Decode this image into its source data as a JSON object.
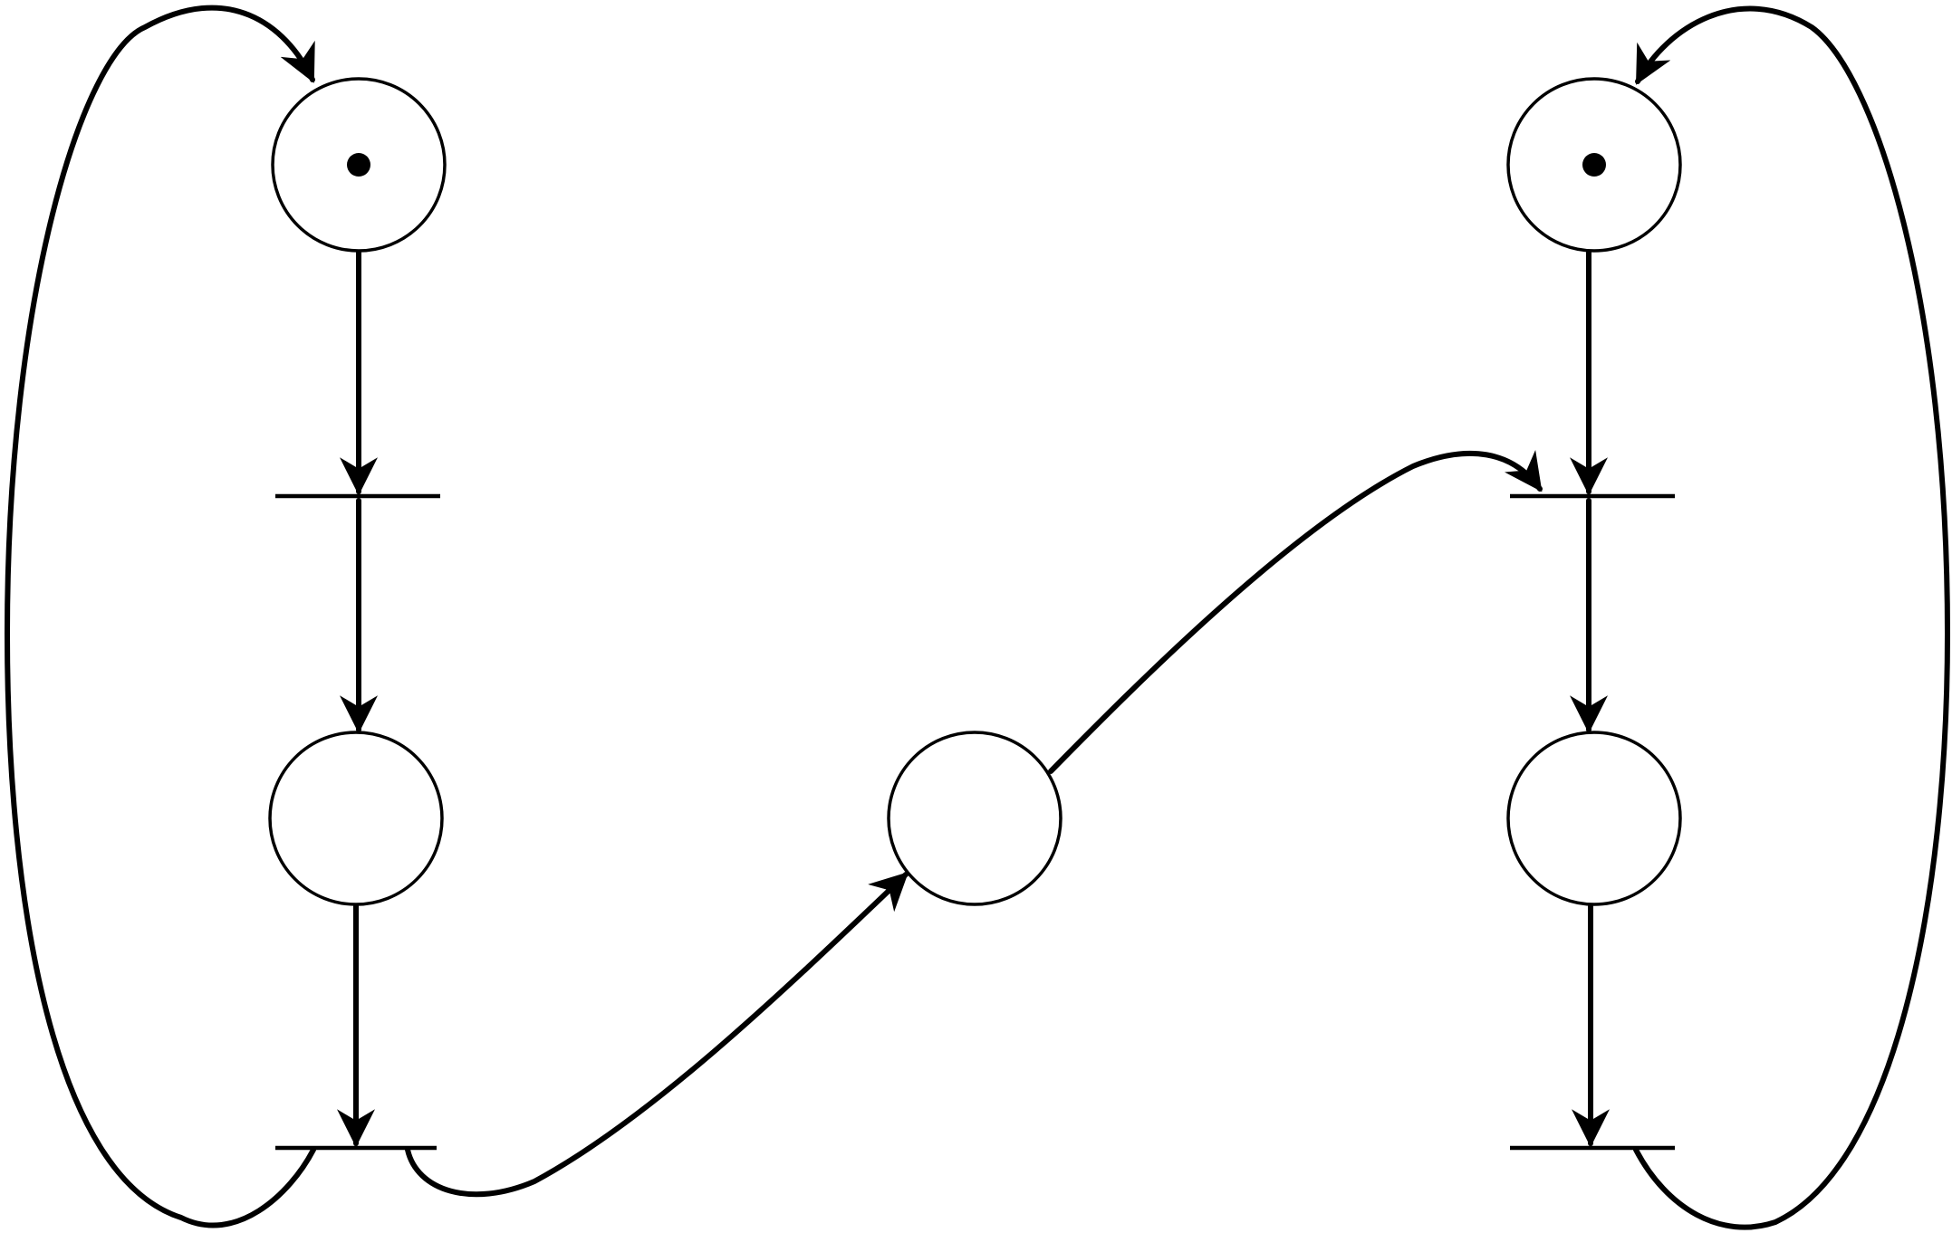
{
  "colors": {
    "ink": "#000000",
    "background": "#ffffff"
  },
  "places": [
    {
      "id": "p-left-top",
      "tokens": 1
    },
    {
      "id": "p-left-bottom",
      "tokens": 0
    },
    {
      "id": "p-center-shared",
      "tokens": 0
    },
    {
      "id": "p-right-top",
      "tokens": 1
    },
    {
      "id": "p-right-bottom",
      "tokens": 0
    }
  ],
  "transitions": [
    {
      "id": "t-left-upper"
    },
    {
      "id": "t-left-lower"
    },
    {
      "id": "t-right-upper"
    },
    {
      "id": "t-right-lower"
    }
  ],
  "arcs": [
    {
      "from": "p-left-top",
      "to": "t-left-upper"
    },
    {
      "from": "t-left-upper",
      "to": "p-left-bottom"
    },
    {
      "from": "p-left-bottom",
      "to": "t-left-lower"
    },
    {
      "from": "t-left-lower",
      "to": "p-left-top"
    },
    {
      "from": "t-left-lower",
      "to": "p-center-shared"
    },
    {
      "from": "p-center-shared",
      "to": "t-right-upper"
    },
    {
      "from": "p-right-top",
      "to": "t-right-upper"
    },
    {
      "from": "t-right-upper",
      "to": "p-right-bottom"
    },
    {
      "from": "p-right-bottom",
      "to": "t-right-lower"
    },
    {
      "from": "t-right-lower",
      "to": "p-right-top"
    }
  ]
}
